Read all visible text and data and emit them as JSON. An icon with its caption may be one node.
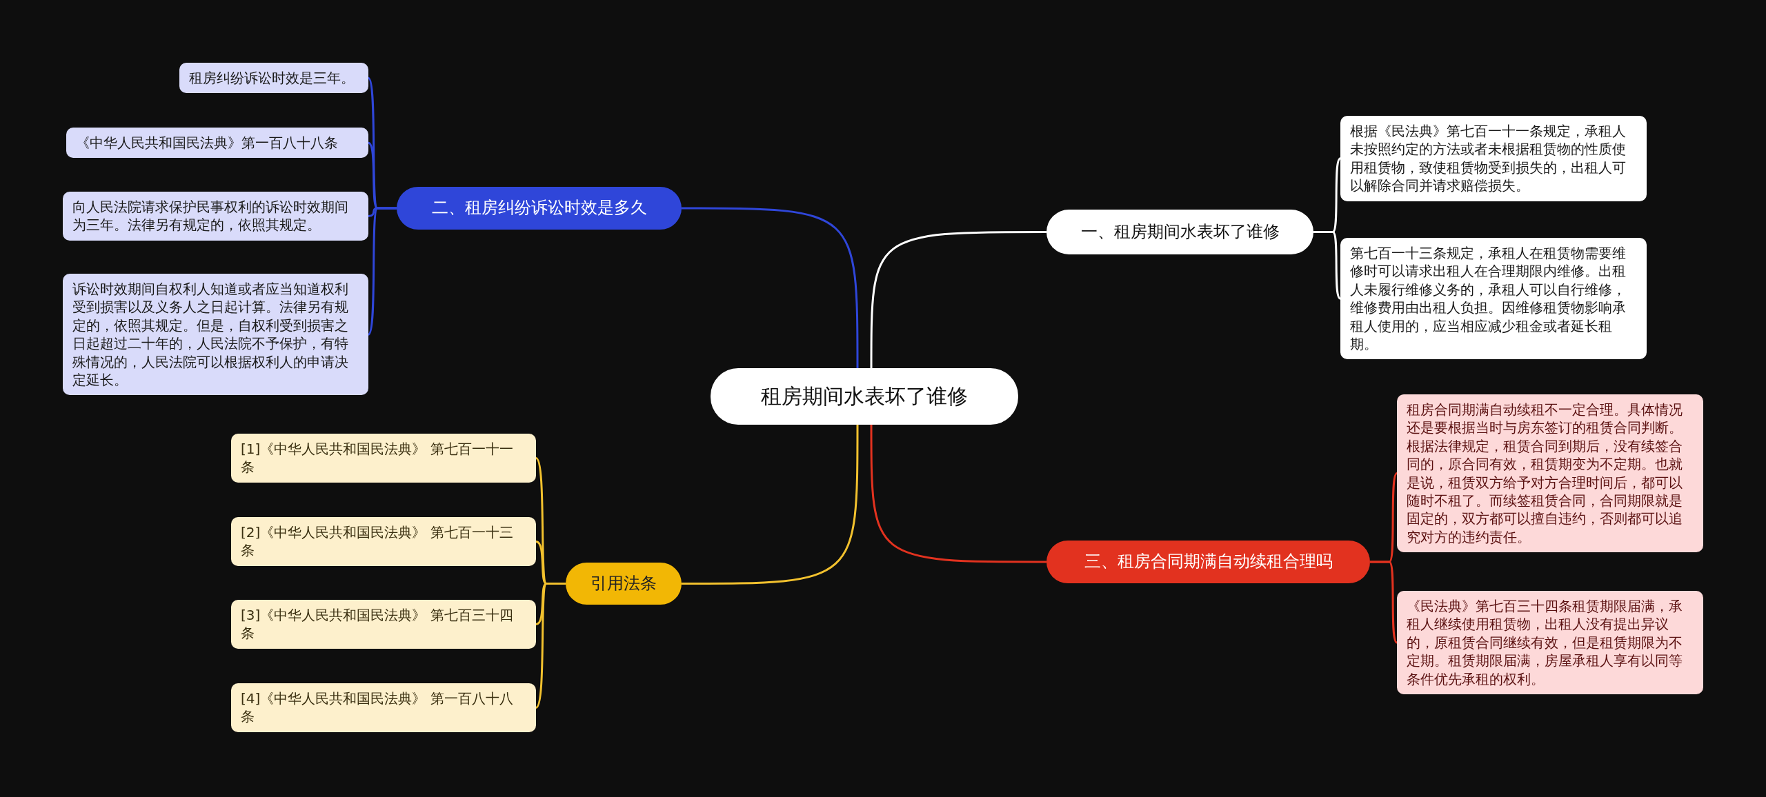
{
  "diagram": {
    "nodes": [
      {
        "text": [
          "租房期间水表坏了谁修"
        ]
      },
      {
        "text": [
          "二、租房纠纷诉讼时效是多久"
        ]
      },
      {
        "text": [
          "租房纠纷诉讼时效是三年。"
        ]
      },
      {
        "text": [
          "《中华人民共和国民法典》第一百八十八条"
        ]
      },
      {
        "text": [
          "向人民法院请求保护民事权利的诉讼时效期间为三年。法律另有规定的，依照其规定。"
        ]
      },
      {
        "text": [
          "诉讼时效期间自权利人知道或者应当知道权利受到损害以及义务人之日起计算。法律另有规定的，依照其规定。但是，自权利受到损害之日起超过二十年的，人民法院不予保护，有特殊情况的，人民法院可以根据权利人的申请决定延长。"
        ]
      },
      {
        "text": [
          "引用法条"
        ]
      },
      {
        "text": [
          "[1]《中华人民共和国民法典》 第七百一十一条"
        ]
      },
      {
        "text": [
          "[2]《中华人民共和国民法典》 第七百一十三条"
        ]
      },
      {
        "text": [
          "[3]《中华人民共和国民法典》 第七百三十四条"
        ]
      },
      {
        "text": [
          "[4]《中华人民共和国民法典》 第一百八十八条"
        ]
      },
      {
        "text": [
          "一、租房期间水表坏了谁修"
        ]
      },
      {
        "text": [
          "根据《民法典》第七百一十一条规定，承租人未按照约定的方法或者未根据租赁物的性质使用租赁物，致使租赁物受到损失的，出租人可以解除合同并请求赔偿损失。"
        ]
      },
      {
        "text": [
          "第七百一十三条规定，承租人在租赁物需要维修时可以请求出租人在合理期限内维修。出租人未履行维修义务的，承租人可以自行维修，维修费用由出租人负担。因维修租赁物影响承租人使用的，应当相应减少租金或者延长租期。"
        ]
      },
      {
        "text": [
          "三、租房合同期满自动续租合理吗"
        ]
      },
      {
        "text": [
          "租房合同期满自动续租不一定合理。具体情况还是要根据当时与房东签订的租赁合同判断。根据法律规定，租赁合同到期后，没有续签合同的，原合同有效，租赁期变为不定期。也就是说，租赁双方给予对方合理时间后，都可以随时不租了。而续签租赁合同，合同期限就是固定的，双方都可以擅自违约，否则都可以追究对方的违约责任。"
        ]
      },
      {
        "text": [
          "《民法典》第七百三十四条租赁期限届满，承租人继续使用租赁物，出租人没有提出异议的，原租赁合同继续有效，但是租赁期限为不定期。租赁期限届满，房屋承租人享有以同等条件优先承租的权利。"
        ]
      }
    ],
    "edges": [
      {
        "from": 0,
        "to": 1,
        "arrow": "none",
        "color": "#2f46d9"
      },
      {
        "from": 1,
        "to": 2,
        "arrow": "none",
        "color": "#2f46d9"
      },
      {
        "from": 1,
        "to": 3,
        "arrow": "none",
        "color": "#2f46d9"
      },
      {
        "from": 1,
        "to": 4,
        "arrow": "none",
        "color": "#2f46d9"
      },
      {
        "from": 1,
        "to": 5,
        "arrow": "none",
        "color": "#2f46d9"
      },
      {
        "from": 0,
        "to": 6,
        "arrow": "none",
        "color": "#f2c12e"
      },
      {
        "from": 6,
        "to": 7,
        "arrow": "none",
        "color": "#f2c12e"
      },
      {
        "from": 6,
        "to": 8,
        "arrow": "none",
        "color": "#f2c12e"
      },
      {
        "from": 6,
        "to": 9,
        "arrow": "none",
        "color": "#f2c12e"
      },
      {
        "from": 6,
        "to": 10,
        "arrow": "none",
        "color": "#f2c12e"
      },
      {
        "from": 0,
        "to": 11,
        "arrow": "none",
        "color": "#ffffff"
      },
      {
        "from": 11,
        "to": 12,
        "arrow": "none",
        "color": "#ffffff"
      },
      {
        "from": 11,
        "to": 13,
        "arrow": "none",
        "color": "#ffffff"
      },
      {
        "from": 0,
        "to": 14,
        "arrow": "none",
        "color": "#e2321f"
      },
      {
        "from": 14,
        "to": 15,
        "arrow": "none",
        "color": "#e2321f"
      },
      {
        "from": 14,
        "to": 16,
        "arrow": "none",
        "color": "#e2321f"
      }
    ]
  }
}
